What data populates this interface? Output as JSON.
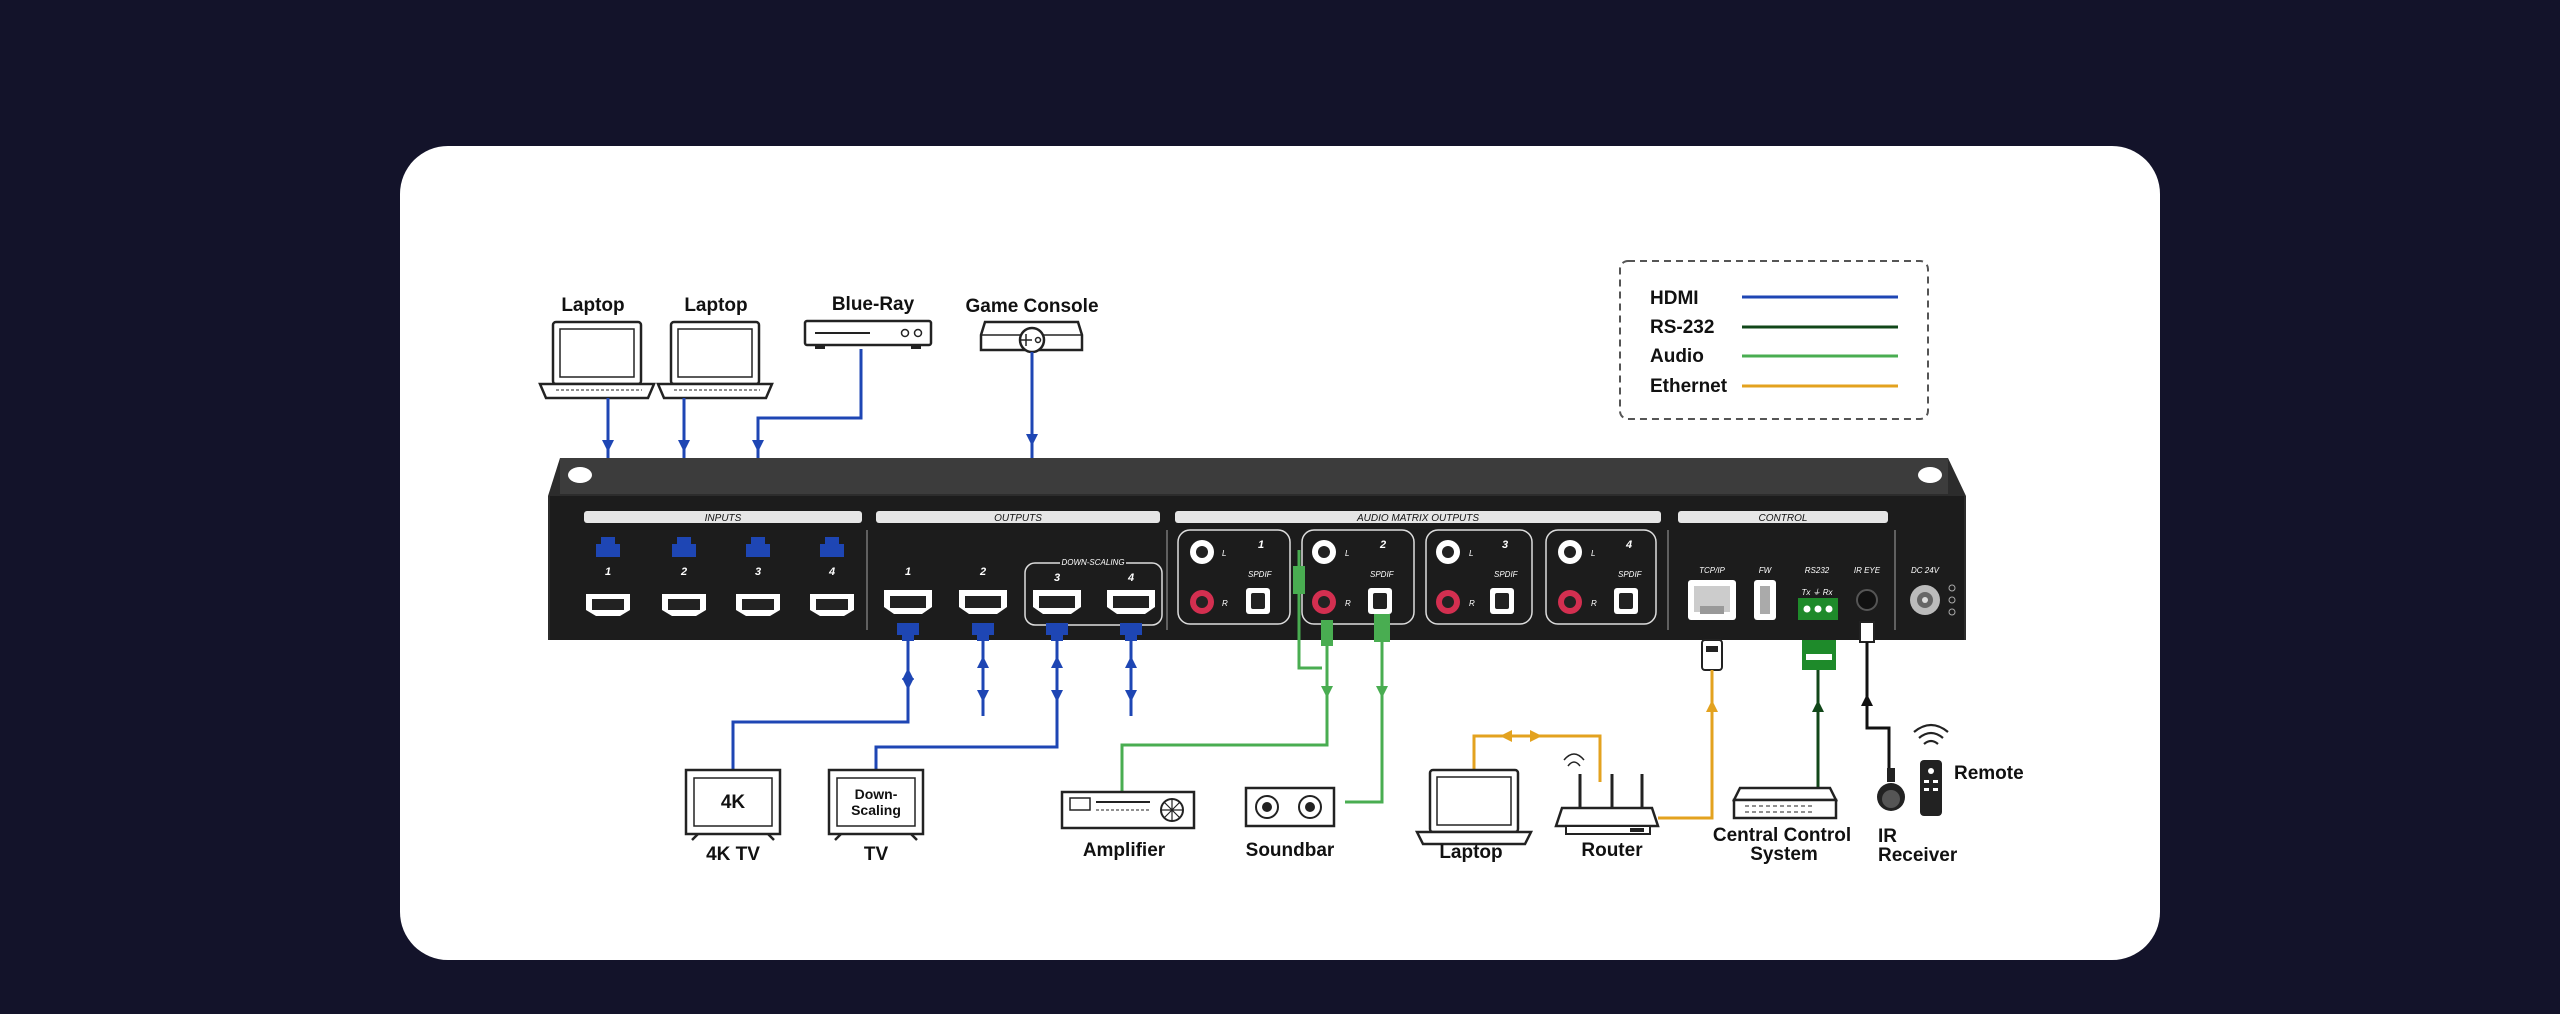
{
  "colors": {
    "background": "#13132a",
    "card": "#ffffff",
    "hdmi": "#1e46b4",
    "rs232": "#114719",
    "audio": "#49ad51",
    "ethernet": "#e3a21f",
    "chassis": "#232323"
  },
  "legend": [
    {
      "label": "HDMI",
      "color": "#1e46b4"
    },
    {
      "label": "RS-232",
      "color": "#114719"
    },
    {
      "label": "Audio",
      "color": "#49ad51"
    },
    {
      "label": "Ethernet",
      "color": "#e3a21f"
    }
  ],
  "sources": {
    "laptop1": "Laptop",
    "laptop2": "Laptop",
    "bluray": "Blue-Ray",
    "console": "Game Console"
  },
  "panel": {
    "inputs_label": "INPUTS",
    "outputs_label": "OUTPUTS",
    "downscaling_label": "DOWN-SCALING",
    "audio_label": "AUDIO MATRIX OUTPUTS",
    "control_label": "CONTROL",
    "port_numbers": [
      "1",
      "2",
      "3",
      "4"
    ],
    "audio_l": "L",
    "audio_r": "R",
    "spdif": "SPDIF",
    "tcpip": "TCP/IP",
    "fw": "FW",
    "rs232": "RS232",
    "tx_rx": "Tx ⏚ Rx",
    "ir_eye": "IR EYE",
    "dc": "DC 24V"
  },
  "sinks": {
    "tv4k_screen": "4K",
    "tv4k_label": "4K TV",
    "tv_screen_1": "Down-",
    "tv_screen_2": "Scaling",
    "tv_label": "TV",
    "amplifier": "Amplifier",
    "soundbar": "Soundbar",
    "laptop": "Laptop",
    "router": "Router",
    "ccs_1": "Central Control",
    "ccs_2": "System",
    "ir_1": "IR",
    "ir_2": "Receiver",
    "remote": "Remote"
  }
}
